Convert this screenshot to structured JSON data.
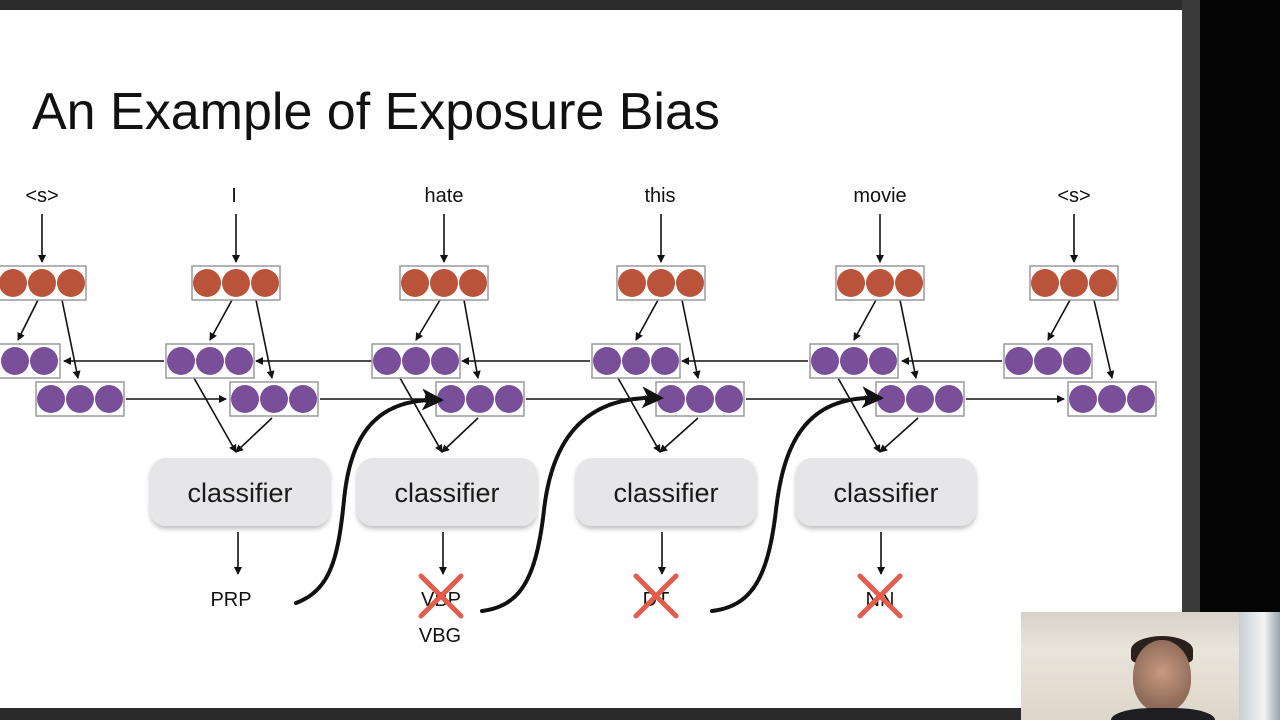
{
  "slide": {
    "title": "An Example of Exposure Bias"
  },
  "diagram": {
    "words": [
      "<s>",
      "I",
      "hate",
      "this",
      "movie",
      "<s>"
    ],
    "classifier_label": "classifier",
    "predictions": [
      {
        "tag": "PRP",
        "crossed": false
      },
      {
        "tag": "VBP",
        "crossed": true
      },
      {
        "tag": "DT",
        "crossed": true
      },
      {
        "tag": "NN",
        "crossed": true
      }
    ],
    "extra_label": "VBG",
    "colors": {
      "embedding": "#b9543a",
      "hidden": "#7a4f9a",
      "classifier_fill": "#e6e6e8",
      "cross": "#e35d4c",
      "box_border": "#9a9a9a"
    }
  },
  "webcam": {
    "icon": "presenter-video"
  }
}
